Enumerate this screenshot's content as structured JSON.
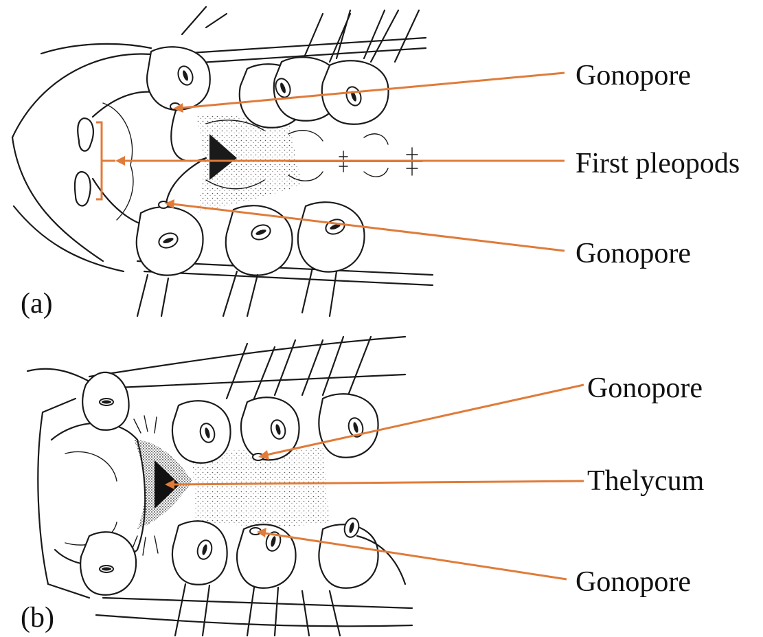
{
  "panels": [
    {
      "id": "a",
      "panel_label": "(a)",
      "callouts": [
        {
          "label": "Gonopore"
        },
        {
          "label": "First pleopods"
        },
        {
          "label": "Gonopore"
        }
      ]
    },
    {
      "id": "b",
      "panel_label": "(b)",
      "callouts": [
        {
          "label": "Gonopore"
        },
        {
          "label": "Thelycum"
        },
        {
          "label": "Gonopore"
        }
      ]
    }
  ],
  "colors": {
    "annotation": "#e07b39",
    "ink": "#1a1a1a",
    "background": "#ffffff"
  }
}
